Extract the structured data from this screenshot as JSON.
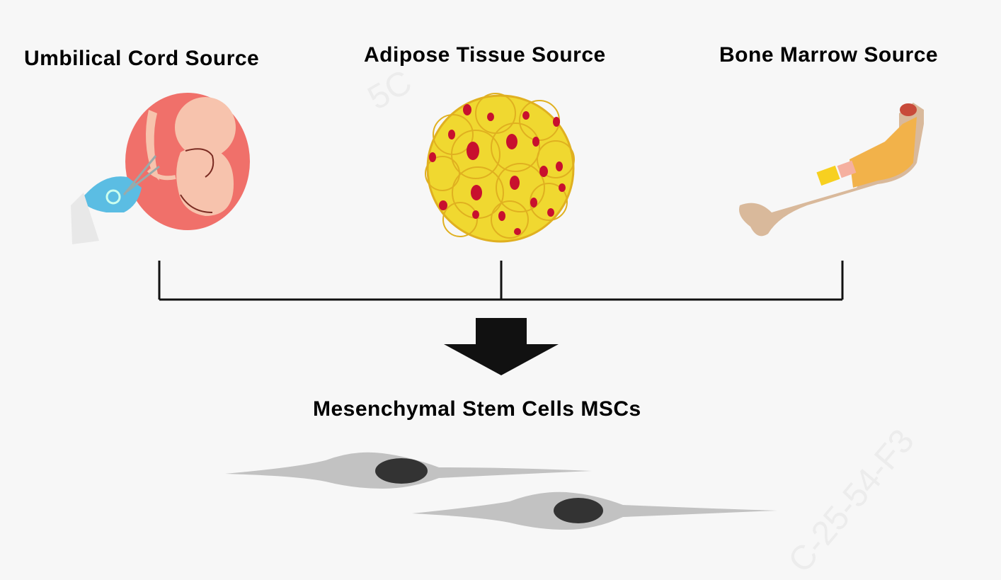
{
  "sources": [
    {
      "label": "Umbilical Cord Source",
      "icon": "fetus-umbilical-cord-icon"
    },
    {
      "label": "Adipose Tissue Source",
      "icon": "adipose-cells-icon"
    },
    {
      "label": "Bone Marrow Source",
      "icon": "bone-icon"
    }
  ],
  "result": {
    "label": "Mesenchymal Stem Cells MSCs",
    "icon": "msc-cells-icon"
  },
  "watermarks": [
    "5C",
    "C-25-54-F3"
  ],
  "colors": {
    "womb": "#f0706a",
    "fetus": "#f7c3ad",
    "glove": "#5bbde3",
    "fat": "#f5e43c",
    "fat_nucleus": "#c8102e",
    "bone": "#d9b99b",
    "marrow": "#f2b24a",
    "cell_body": "#c2c2c2",
    "cell_nucleus": "#333333"
  }
}
